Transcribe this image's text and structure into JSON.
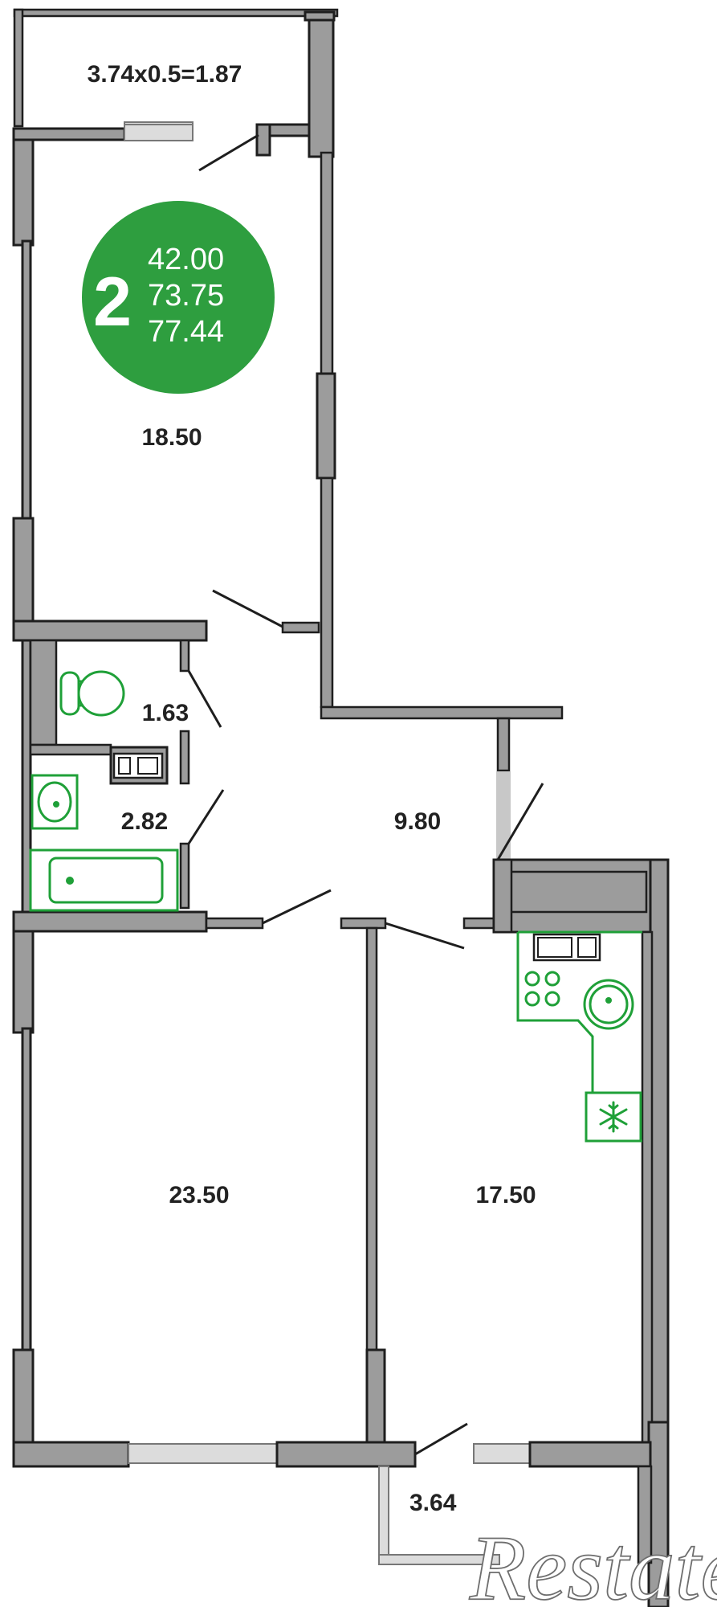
{
  "badge": {
    "rooms": "2",
    "living_area": "42.00",
    "total_area": "73.75",
    "total_with_balcony": "77.44",
    "color": "#2e9e3f"
  },
  "rooms": {
    "balcony_top": "3.74x0.5=1.87",
    "bedroom_top": "18.50",
    "toilet": "1.63",
    "bathroom": "2.82",
    "hall": "9.80",
    "living_room": "23.50",
    "kitchen": "17.50",
    "balcony_bottom": "3.64"
  },
  "watermark": "Restate",
  "colors": {
    "wall_fill": "#9c9c9c",
    "wall_stroke": "#1e1e1e",
    "fixture": "#1fa038"
  },
  "icons": [
    "toilet-icon",
    "sink-icon",
    "bathtub-icon",
    "stove-icon",
    "kitchen-sink-icon",
    "fridge-snowflake-icon",
    "counter-icon"
  ]
}
